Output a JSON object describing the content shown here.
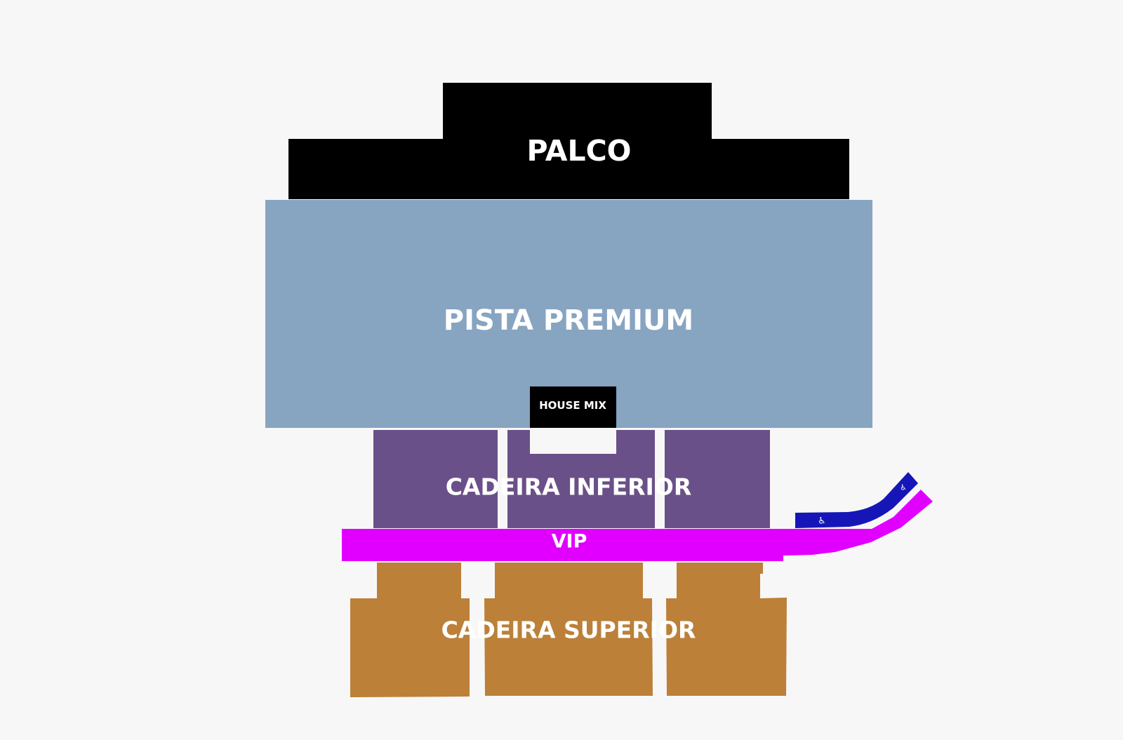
{
  "venue_map": {
    "stage": {
      "label": "PALCO",
      "color": "#000000"
    },
    "pista_premium": {
      "label": "PISTA PREMIUM",
      "color": "#87a4c1"
    },
    "house_mix": {
      "label": "HOUSE MIX",
      "color": "#000000"
    },
    "cadeira_inferior": {
      "label": "CADEIRA INFERIOR",
      "color": "#6a5089"
    },
    "vip": {
      "label": "VIP",
      "color": "#e100ff"
    },
    "accessible": {
      "icon": "wheelchair-icon",
      "symbol": "♿",
      "color": "#1616b8"
    },
    "cadeira_superior": {
      "label": "CADEIRA SUPERIOR",
      "color": "#bc8038"
    },
    "background": "#f7f7f7"
  }
}
